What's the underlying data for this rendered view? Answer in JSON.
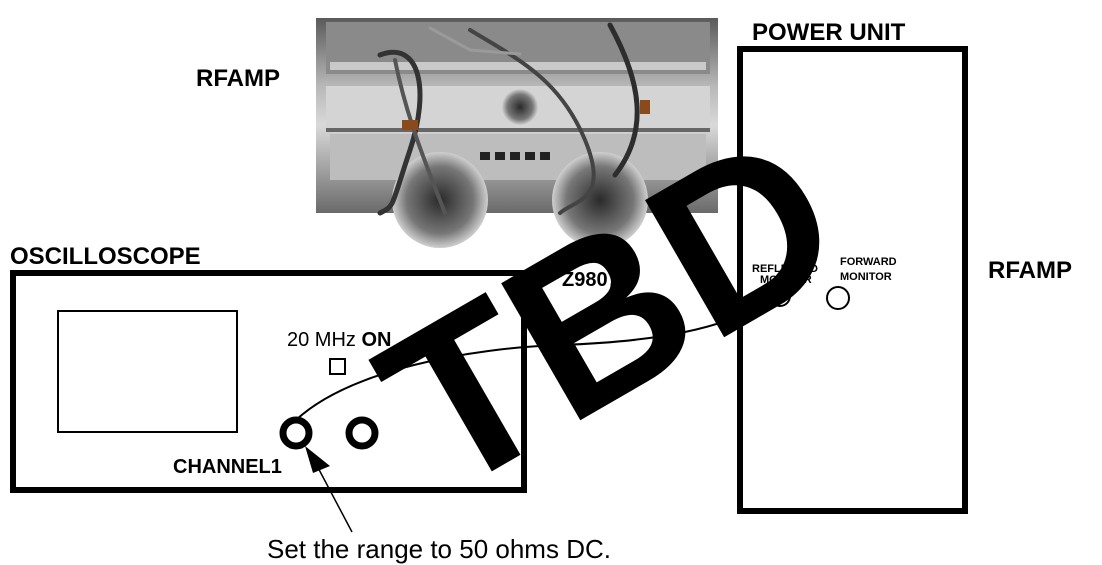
{
  "labels": {
    "rfamp_top": "RFAMP",
    "power_unit": "POWER UNIT",
    "oscilloscope": "OSCILLOSCOPE",
    "z9807p": "Z9807P",
    "rfamp_right": "RFAMP",
    "mhz_prefix": "20 MHz ",
    "mhz_on": "ON",
    "channel1": "CHANNEL1",
    "reflected_monitor_line1": "REFLECTED",
    "reflected_monitor_line2": "MONITOR",
    "forward_monitor_line1": "FORWARD",
    "forward_monitor_line2": "MONITOR",
    "note": "Set the range to 50 ohms DC.",
    "watermark": "TBD"
  },
  "colors": {
    "ink": "#000000",
    "background": "#ffffff",
    "photo_dark": "#3a3a3a",
    "photo_mid": "#8c8c8c",
    "photo_light": "#d9d9d9"
  },
  "icons": {
    "rack_photo": "rf-amplifier-rack-photo",
    "channel1_connector": "bnc-connector-icon",
    "channel2_connector": "bnc-connector-icon",
    "monitor_port": "monitor-port-icon",
    "bandwidth_switch": "checkbox-icon"
  }
}
